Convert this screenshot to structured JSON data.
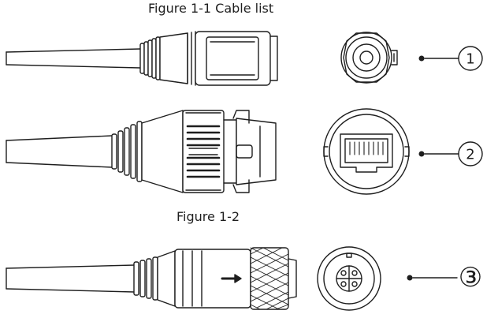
{
  "figure": {
    "caption_1": "Figure 1-1 Cable list",
    "caption_2": "Figure 1-2"
  },
  "callouts": {
    "c1": "1",
    "c2": "2",
    "c3": "③"
  },
  "colors": {
    "line": "#1e1e1e",
    "background": "#ffffff"
  }
}
